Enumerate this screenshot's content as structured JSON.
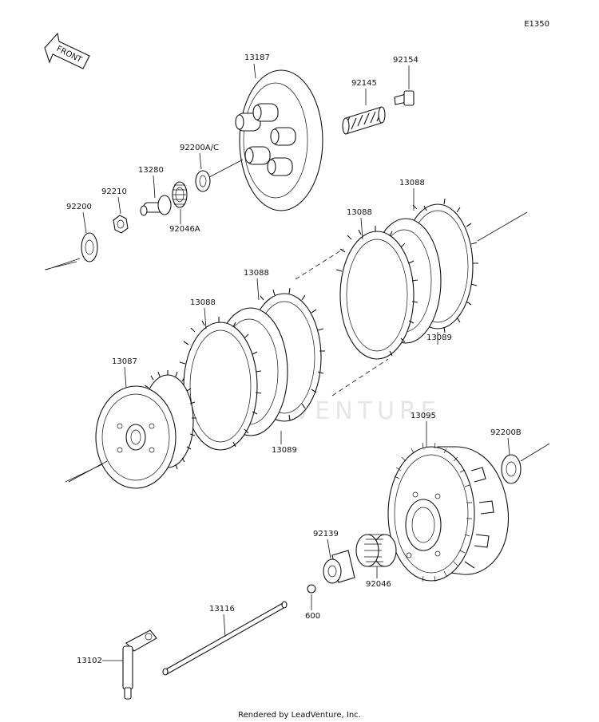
{
  "diagram_code": "E1350",
  "front_label": "FRONT",
  "watermark_text": "LEADVENTURE",
  "footer": "Rendered by LeadVenture, Inc.",
  "parts": {
    "p13187": "13187",
    "p92154": "92154",
    "p92145": "92145",
    "p92200ac": "92200A/C",
    "p13280": "13280",
    "p92210": "92210",
    "p92200": "92200",
    "p92046a": "92046A",
    "p13088_a": "13088",
    "p13088_b": "13088",
    "p13088_c": "13088",
    "p13088_d": "13088",
    "p13089_a": "13089",
    "p13089_b": "13089",
    "p13087": "13087",
    "p13095": "13095",
    "p92200b": "92200B",
    "p92139": "92139",
    "p92046": "92046",
    "p600": "600",
    "p13116": "13116",
    "p13102": "13102"
  },
  "colors": {
    "line": "#111111",
    "watermark": "#e6e6e6",
    "background": "#ffffff"
  }
}
